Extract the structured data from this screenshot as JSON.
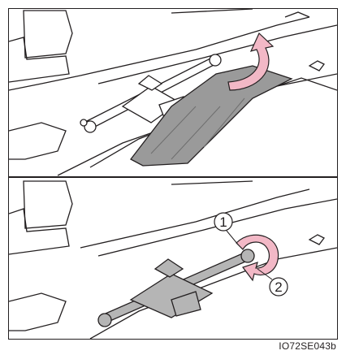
{
  "figure": {
    "caption_code": "IO72SE043b",
    "steps": [
      {
        "number": "1"
      },
      {
        "number": "2"
      }
    ],
    "colors": {
      "line": "#231f20",
      "arrow": "#f2b8c6",
      "bag_fill": "#9a9a9a",
      "jack_fill": "#b5b5b5",
      "panel_bg": "#ffffff"
    }
  }
}
